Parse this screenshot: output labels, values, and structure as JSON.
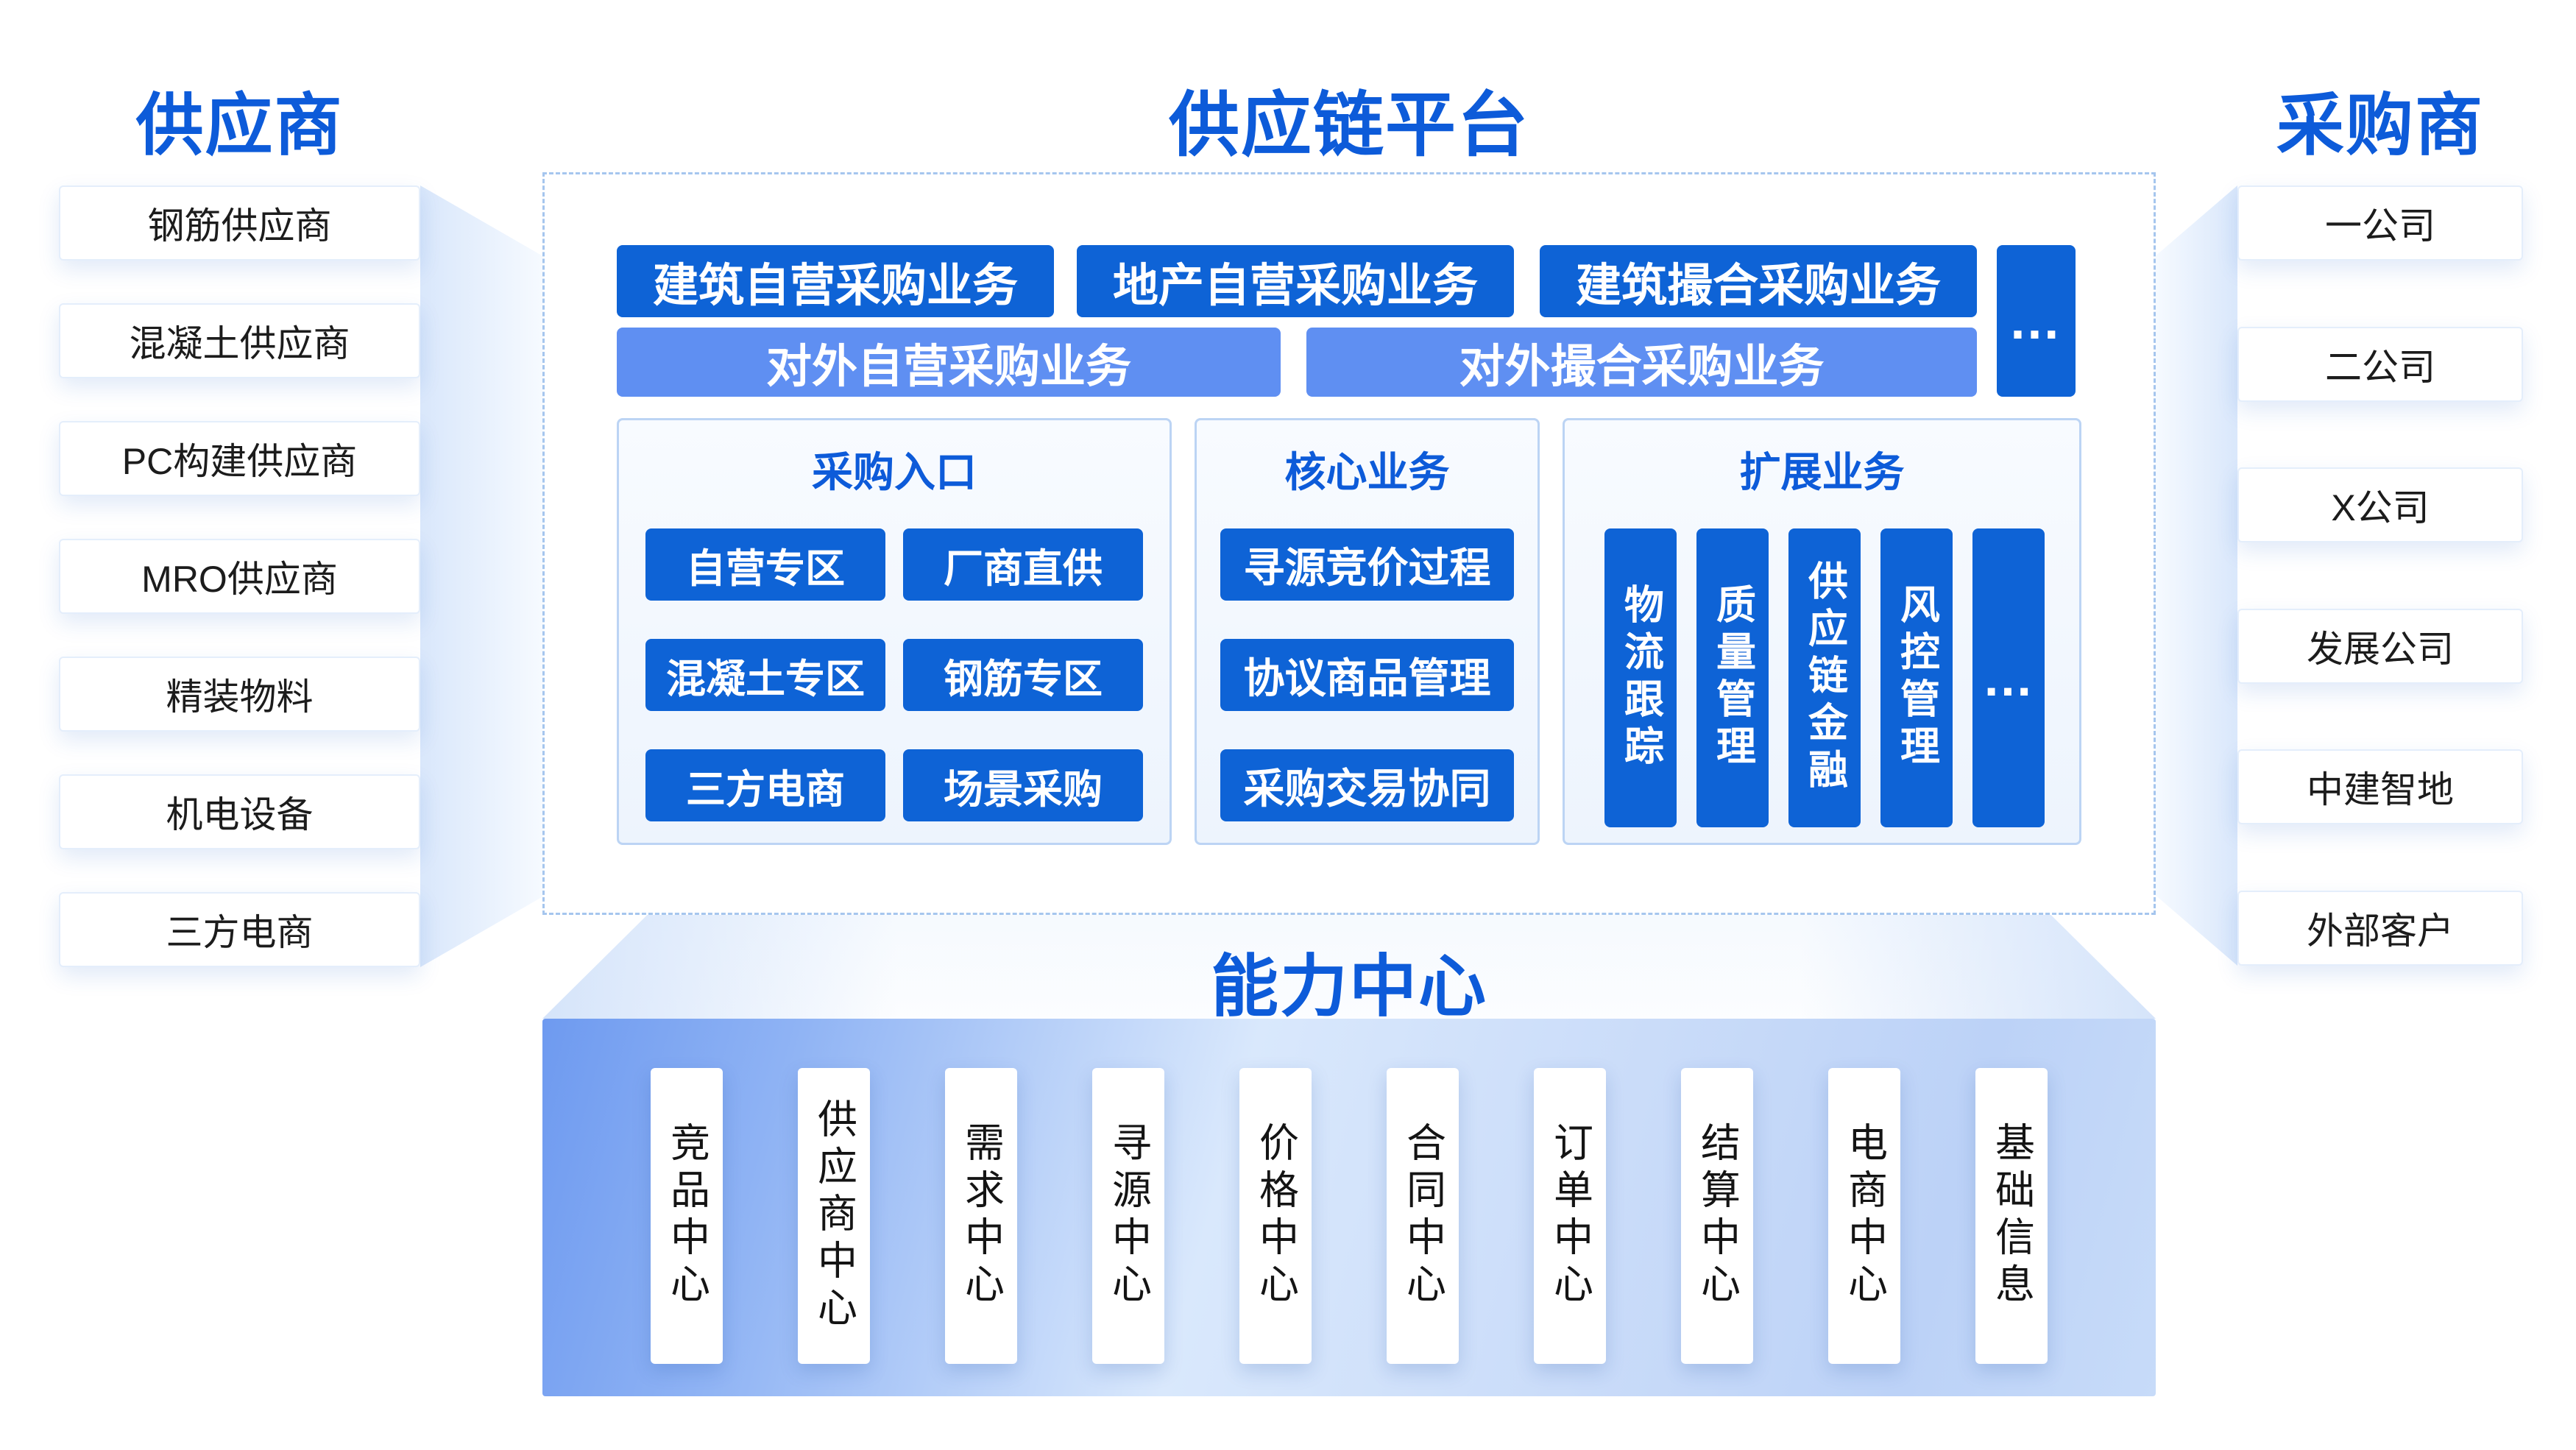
{
  "suppliers": {
    "title": "供应商",
    "items": [
      "钢筋供应商",
      "混凝土供应商",
      "PC构建供应商",
      "MRO供应商",
      "精装物料",
      "机电设备",
      "三方电商"
    ]
  },
  "platform": {
    "title": "供应链平台",
    "row1": [
      "建筑自营采购业务",
      "地产自营采购业务",
      "建筑撮合采购业务"
    ],
    "row1_more": "…",
    "row2": [
      "对外自营采购业务",
      "对外撮合采购业务"
    ],
    "panels": [
      {
        "title": "采购入口",
        "items": [
          "自营专区",
          "厂商直供",
          "混凝土专区",
          "钢筋专区",
          "三方电商",
          "场景采购"
        ]
      },
      {
        "title": "核心业务",
        "items": [
          "寻源竞价过程",
          "协议商品管理",
          "采购交易协同"
        ]
      },
      {
        "title": "扩展业务",
        "items": [
          "物流跟踪",
          "质量管理",
          "供应链金融",
          "风控管理"
        ],
        "more": "…"
      }
    ]
  },
  "capability": {
    "title": "能力中心",
    "items": [
      "竞品中心",
      "供应商中心",
      "需求中心",
      "寻源中心",
      "价格中心",
      "合同中心",
      "订单中心",
      "结算中心",
      "电商中心",
      "基础信息"
    ]
  },
  "purchasers": {
    "title": "采购商",
    "items": [
      "一公司",
      "二公司",
      "X公司",
      "发展公司",
      "中建智地",
      "外部客户"
    ]
  },
  "colors": {
    "title_blue": "#0d5bd9",
    "dark_button": "#0e63d6",
    "light_button": "#5f8ff2",
    "panel_border": "#bcd4f4",
    "dashed_border": "#a6c6ee",
    "capability_gradient_start": "#6e9af0",
    "capability_gradient_end": "#c7dbf9"
  }
}
